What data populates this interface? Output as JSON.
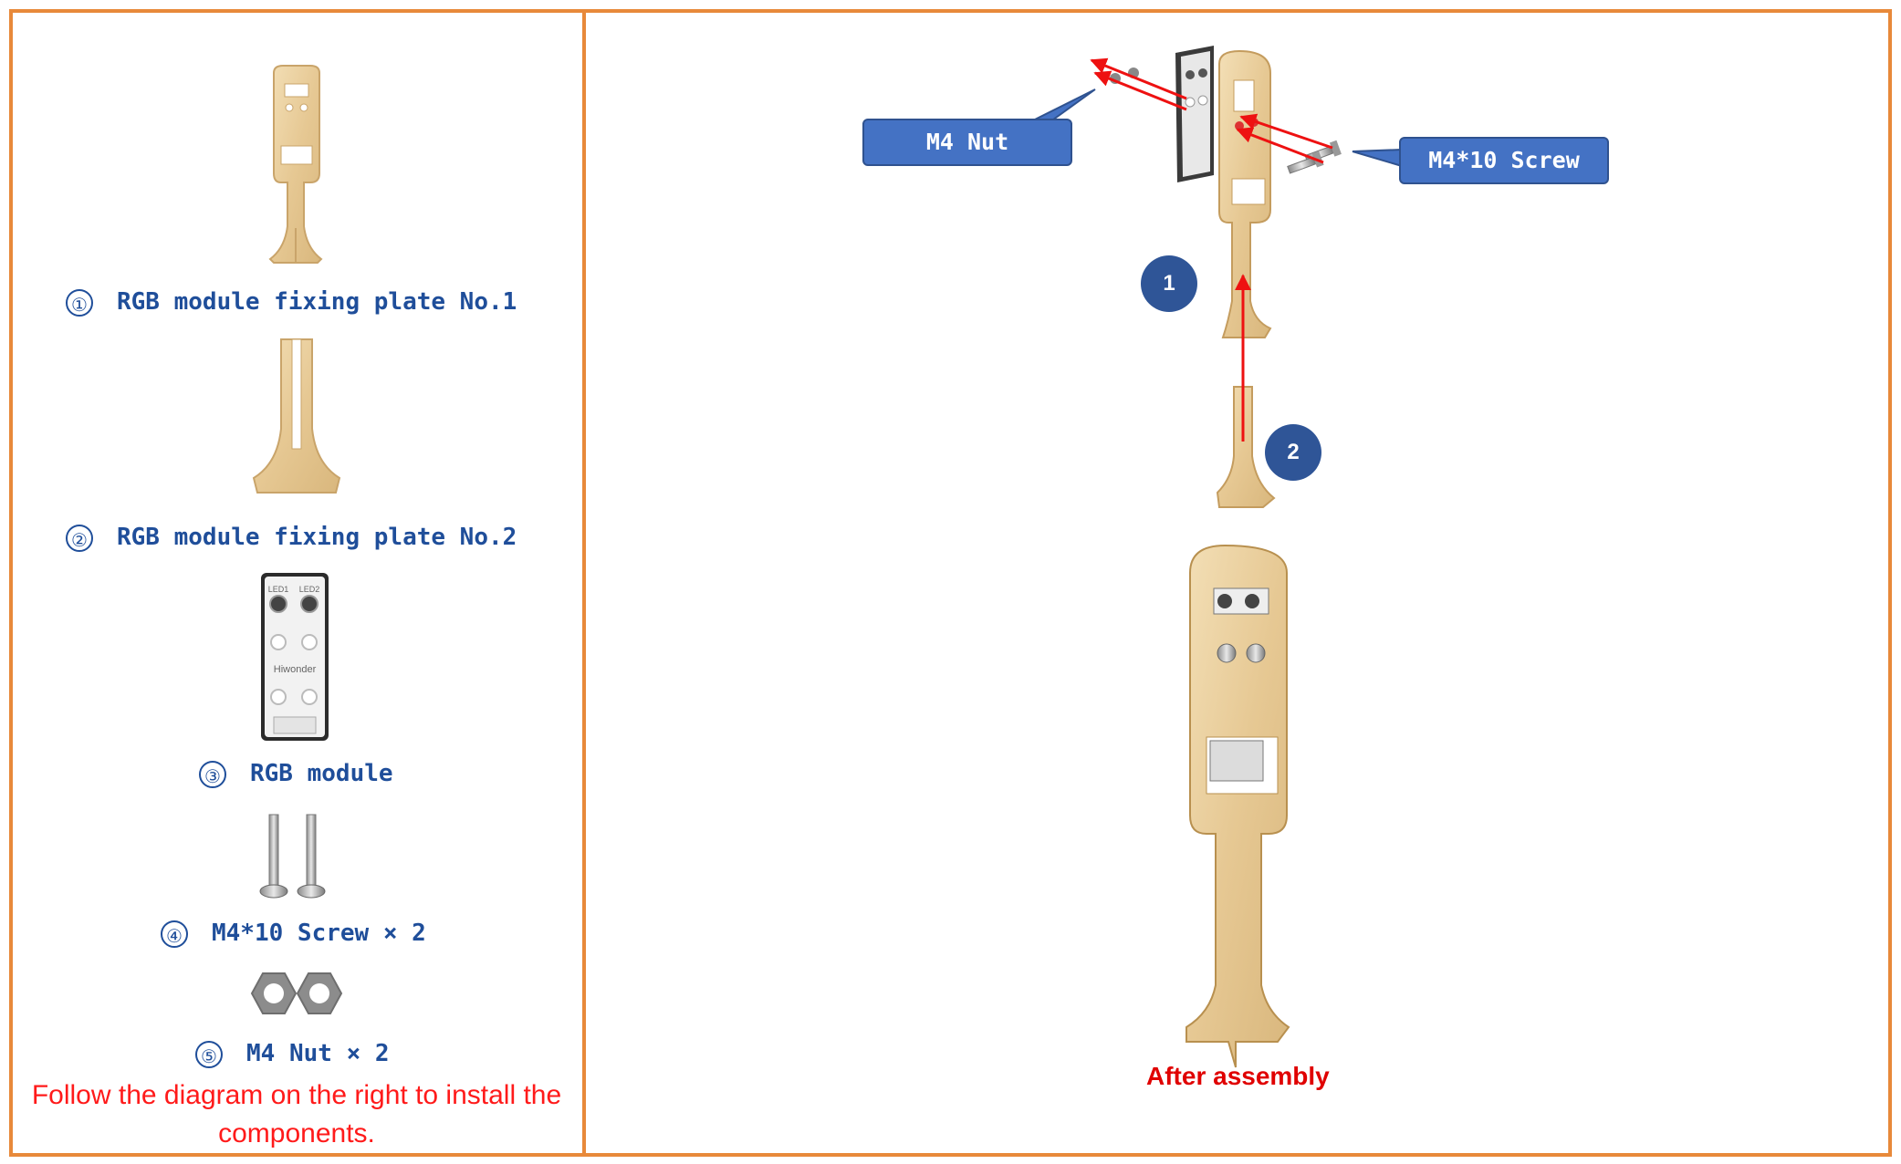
{
  "parts": [
    {
      "number": "①",
      "label": "RGB module fixing plate No.1"
    },
    {
      "number": "②",
      "label": "RGB module fixing plate No.2"
    },
    {
      "number": "③",
      "label": "RGB module"
    },
    {
      "number": "④",
      "label": "M4*10 Screw × 2"
    },
    {
      "number": "⑤",
      "label": "M4 Nut × 2"
    }
  ],
  "module_text": {
    "led1": "LED1",
    "led2": "LED2",
    "brand": "Hiwonder"
  },
  "instruction": "Follow the diagram on the right to install the components.",
  "callouts": {
    "nut": "M4 Nut",
    "screw": "M4*10 Screw"
  },
  "steps": [
    "1",
    "2"
  ],
  "after_assembly": "After assembly",
  "colors": {
    "frame": "#e8893a",
    "label_blue": "#1f4e9a",
    "callout_fill": "#4472c4",
    "step_fill": "#2f5597",
    "note_red": "#ff1a1a",
    "arrow_red": "#ee1111",
    "wood": "#e9cf9f"
  }
}
